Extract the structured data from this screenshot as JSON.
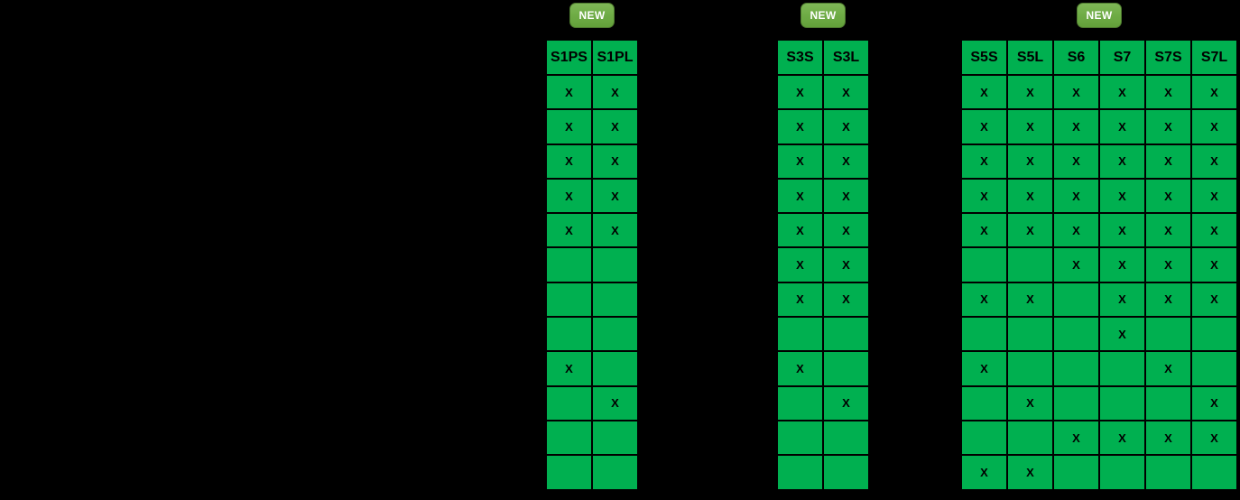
{
  "background_color": "#000000",
  "badge": {
    "label": "NEW",
    "color": "#70AD47",
    "text_color": "#FFFFFF"
  },
  "colors": {
    "cell_green": "#00B050",
    "grid_line": "#000000",
    "cell_text": "#000000"
  },
  "mark_symbol": "X",
  "chart_data": [
    {
      "type": "table",
      "badge": "NEW",
      "columns": [
        "S1PS",
        "S1PL"
      ],
      "rows": [
        [
          "X",
          "X"
        ],
        [
          "X",
          "X"
        ],
        [
          "X",
          "X"
        ],
        [
          "X",
          "X"
        ],
        [
          "X",
          "X"
        ],
        [
          "",
          ""
        ],
        [
          "",
          ""
        ],
        [
          "",
          ""
        ],
        [
          "X",
          ""
        ],
        [
          "",
          "X"
        ],
        [
          "",
          ""
        ],
        [
          "",
          ""
        ]
      ]
    },
    {
      "type": "table",
      "badge": "NEW",
      "columns": [
        "S3S",
        "S3L"
      ],
      "rows": [
        [
          "X",
          "X"
        ],
        [
          "X",
          "X"
        ],
        [
          "X",
          "X"
        ],
        [
          "X",
          "X"
        ],
        [
          "X",
          "X"
        ],
        [
          "X",
          "X"
        ],
        [
          "X",
          "X"
        ],
        [
          "",
          ""
        ],
        [
          "X",
          ""
        ],
        [
          "",
          "X"
        ],
        [
          "",
          ""
        ],
        [
          "",
          ""
        ]
      ]
    },
    {
      "type": "table",
      "badge": "NEW",
      "columns": [
        "S5S",
        "S5L",
        "S6",
        "S7",
        "S7S",
        "S7L"
      ],
      "rows": [
        [
          "X",
          "X",
          "X",
          "X",
          "X",
          "X"
        ],
        [
          "X",
          "X",
          "X",
          "X",
          "X",
          "X"
        ],
        [
          "X",
          "X",
          "X",
          "X",
          "X",
          "X"
        ],
        [
          "X",
          "X",
          "X",
          "X",
          "X",
          "X"
        ],
        [
          "X",
          "X",
          "X",
          "X",
          "X",
          "X"
        ],
        [
          "",
          "",
          "X",
          "X",
          "X",
          "X"
        ],
        [
          "X",
          "X",
          "",
          "X",
          "X",
          "X"
        ],
        [
          "",
          "",
          "",
          "X",
          "",
          ""
        ],
        [
          "X",
          "",
          "",
          "",
          "X",
          ""
        ],
        [
          "",
          "X",
          "",
          "",
          "",
          "X"
        ],
        [
          "",
          "",
          "X",
          "X",
          "X",
          "X"
        ],
        [
          "X",
          "X",
          "",
          "",
          "",
          ""
        ]
      ]
    }
  ]
}
